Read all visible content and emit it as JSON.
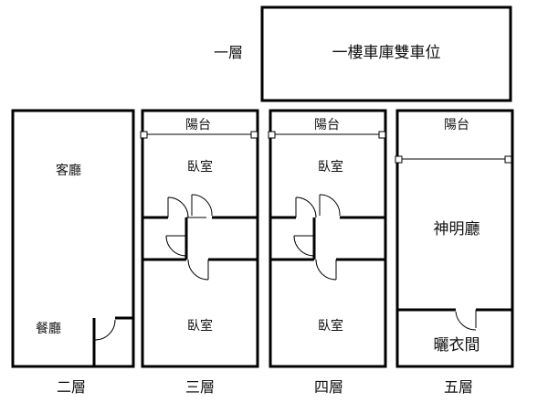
{
  "floor_labels": {
    "f1": "一層",
    "f2": "二層",
    "f3": "三層",
    "f4": "四層",
    "f5": "五層"
  },
  "rooms": {
    "f1_garage": "一樓車庫雙車位",
    "f2_living": "客廳",
    "f2_dining": "餐廳",
    "f3_balcony": "陽台",
    "f3_bed_top": "臥室",
    "f3_bed_bottom": "臥室",
    "f4_balcony": "陽台",
    "f4_bed_top": "臥室",
    "f4_bed_bottom": "臥室",
    "f5_balcony": "陽台",
    "f5_shrine": "神明廳",
    "f5_laundry": "曬衣間"
  }
}
